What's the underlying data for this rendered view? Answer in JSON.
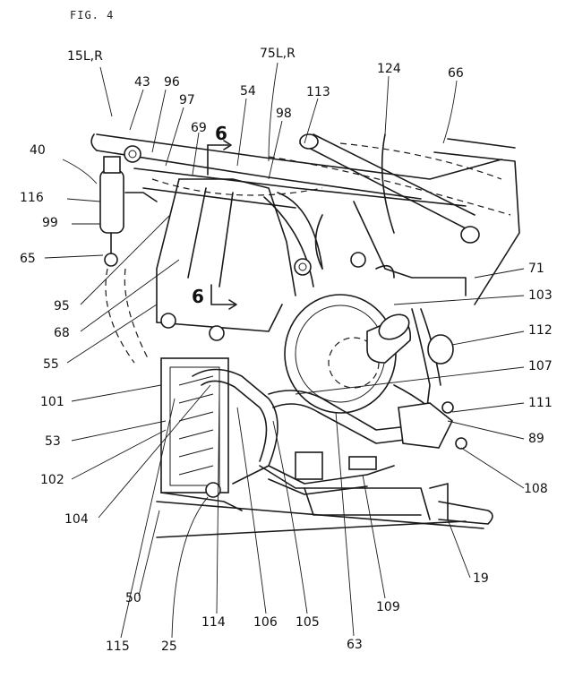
{
  "figure": {
    "title": "FIG. 4",
    "labels": [
      "15L,R",
      "43",
      "96",
      "97",
      "54",
      "75L,R",
      "113",
      "124",
      "66",
      "40",
      "69",
      "98",
      "116",
      "99",
      "65",
      "71",
      "95",
      "103",
      "68",
      "112",
      "55",
      "107",
      "101",
      "111",
      "53",
      "89",
      "102",
      "108",
      "104",
      "19",
      "50",
      "115",
      "25",
      "114",
      "106",
      "105",
      "63",
      "109"
    ],
    "section_marks": [
      "6",
      "6"
    ]
  }
}
